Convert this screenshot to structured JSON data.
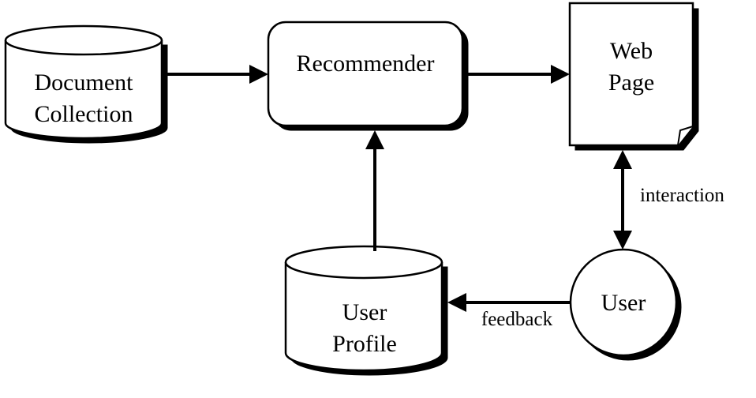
{
  "nodes": {
    "document_collection": {
      "line1": "Document",
      "line2": "Collection"
    },
    "recommender": {
      "label": "Recommender"
    },
    "web_page": {
      "line1": "Web",
      "line2": "Page"
    },
    "user": {
      "label": "User"
    },
    "user_profile": {
      "line1": "User",
      "line2": "Profile"
    }
  },
  "edges": {
    "interaction": {
      "label": "interaction"
    },
    "feedback": {
      "label": "feedback"
    }
  },
  "colors": {
    "stroke": "#000000",
    "fill": "#ffffff"
  }
}
